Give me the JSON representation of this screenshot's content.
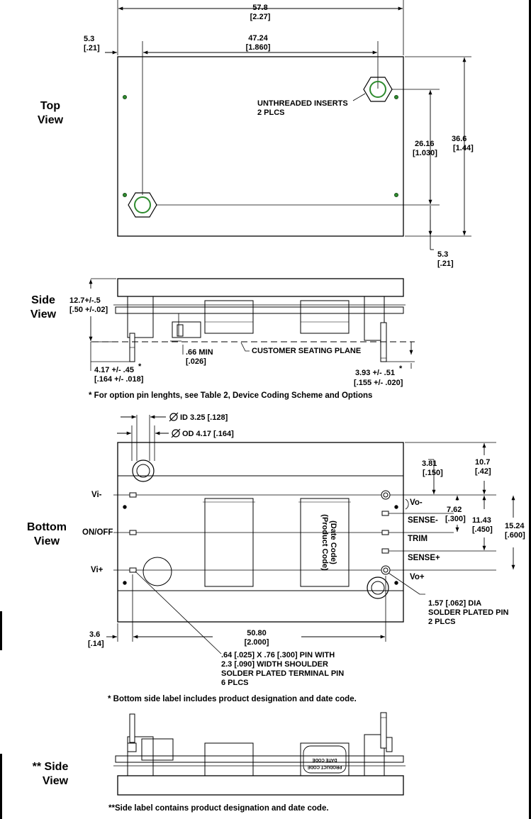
{
  "views": {
    "top": [
      "Top",
      "View"
    ],
    "side": [
      "Side",
      "View"
    ],
    "bottom": [
      "Bottom",
      "View"
    ],
    "side2": [
      "** Side",
      "View"
    ]
  },
  "top_view": {
    "overall_width": [
      "57.8",
      "[2.27]"
    ],
    "insert_spacing": [
      "47.24",
      "[1.860]"
    ],
    "left_offset": [
      "5.3",
      "[.21]"
    ],
    "insert_vertical": [
      "26.16",
      "[1.030]"
    ],
    "overall_height": [
      "36.6",
      "[1.44]"
    ],
    "bottom_offset": [
      "5.3",
      "[.21]"
    ],
    "inserts_note": [
      "UNTHREADED INSERTS",
      "2 PLCS"
    ]
  },
  "side_view": {
    "height": [
      "12.7+/-.5",
      "[.50 +/-.02]"
    ],
    "min_standoff": [
      ".66 MIN",
      "[.026]"
    ],
    "seating_plane": "CUSTOMER SEATING PLANE",
    "left_pin": [
      "4.17 +/- .45",
      "[.164 +/- .018]"
    ],
    "right_pin": [
      "3.93 +/- .51",
      "[.155 +/- .020]"
    ],
    "star": "*",
    "footnote": "* For option pin lenghts, see Table 2, Device Coding Scheme and Options"
  },
  "bottom_view": {
    "id_dim": "ID 3.25 [.128]",
    "od_dim": "OD 4.17 [.164]",
    "pins_left": [
      "Vi-",
      "ON/OFF",
      "Vi+"
    ],
    "pins_right": [
      "Vo-",
      "SENSE-",
      "TRIM",
      "SENSE+",
      "Vo+"
    ],
    "d_381": [
      "3.81",
      "[.150]"
    ],
    "d_107": [
      "10.7",
      "[.42]"
    ],
    "d_762": [
      "7.62",
      "[.300]"
    ],
    "d_1143": [
      "11.43",
      "[.450]"
    ],
    "d_1524": [
      "15.24",
      "[.600]"
    ],
    "d_157": [
      "1.57 [.062] DIA",
      "SOLDER PLATED PIN",
      "2 PLCS"
    ],
    "d_36": [
      "3.6",
      "[.14]"
    ],
    "d_508": [
      "50.80",
      "[2.000]"
    ],
    "pin_note": [
      ".64 [.025] X .76 [.300] PIN WITH",
      "2.3 [.090] WIDTH SHOULDER",
      "SOLDER PLATED TERMINAL PIN",
      "6 PLCS"
    ],
    "label_text": [
      "(Product Code)",
      "(Date Code)"
    ],
    "footnote": "* Bottom side label includes product designation and date code."
  },
  "side_view_2": {
    "label_text": [
      "DATE CODE",
      "PRODUCT CODE"
    ],
    "footnote": "**Side label contains product designation and date code."
  }
}
